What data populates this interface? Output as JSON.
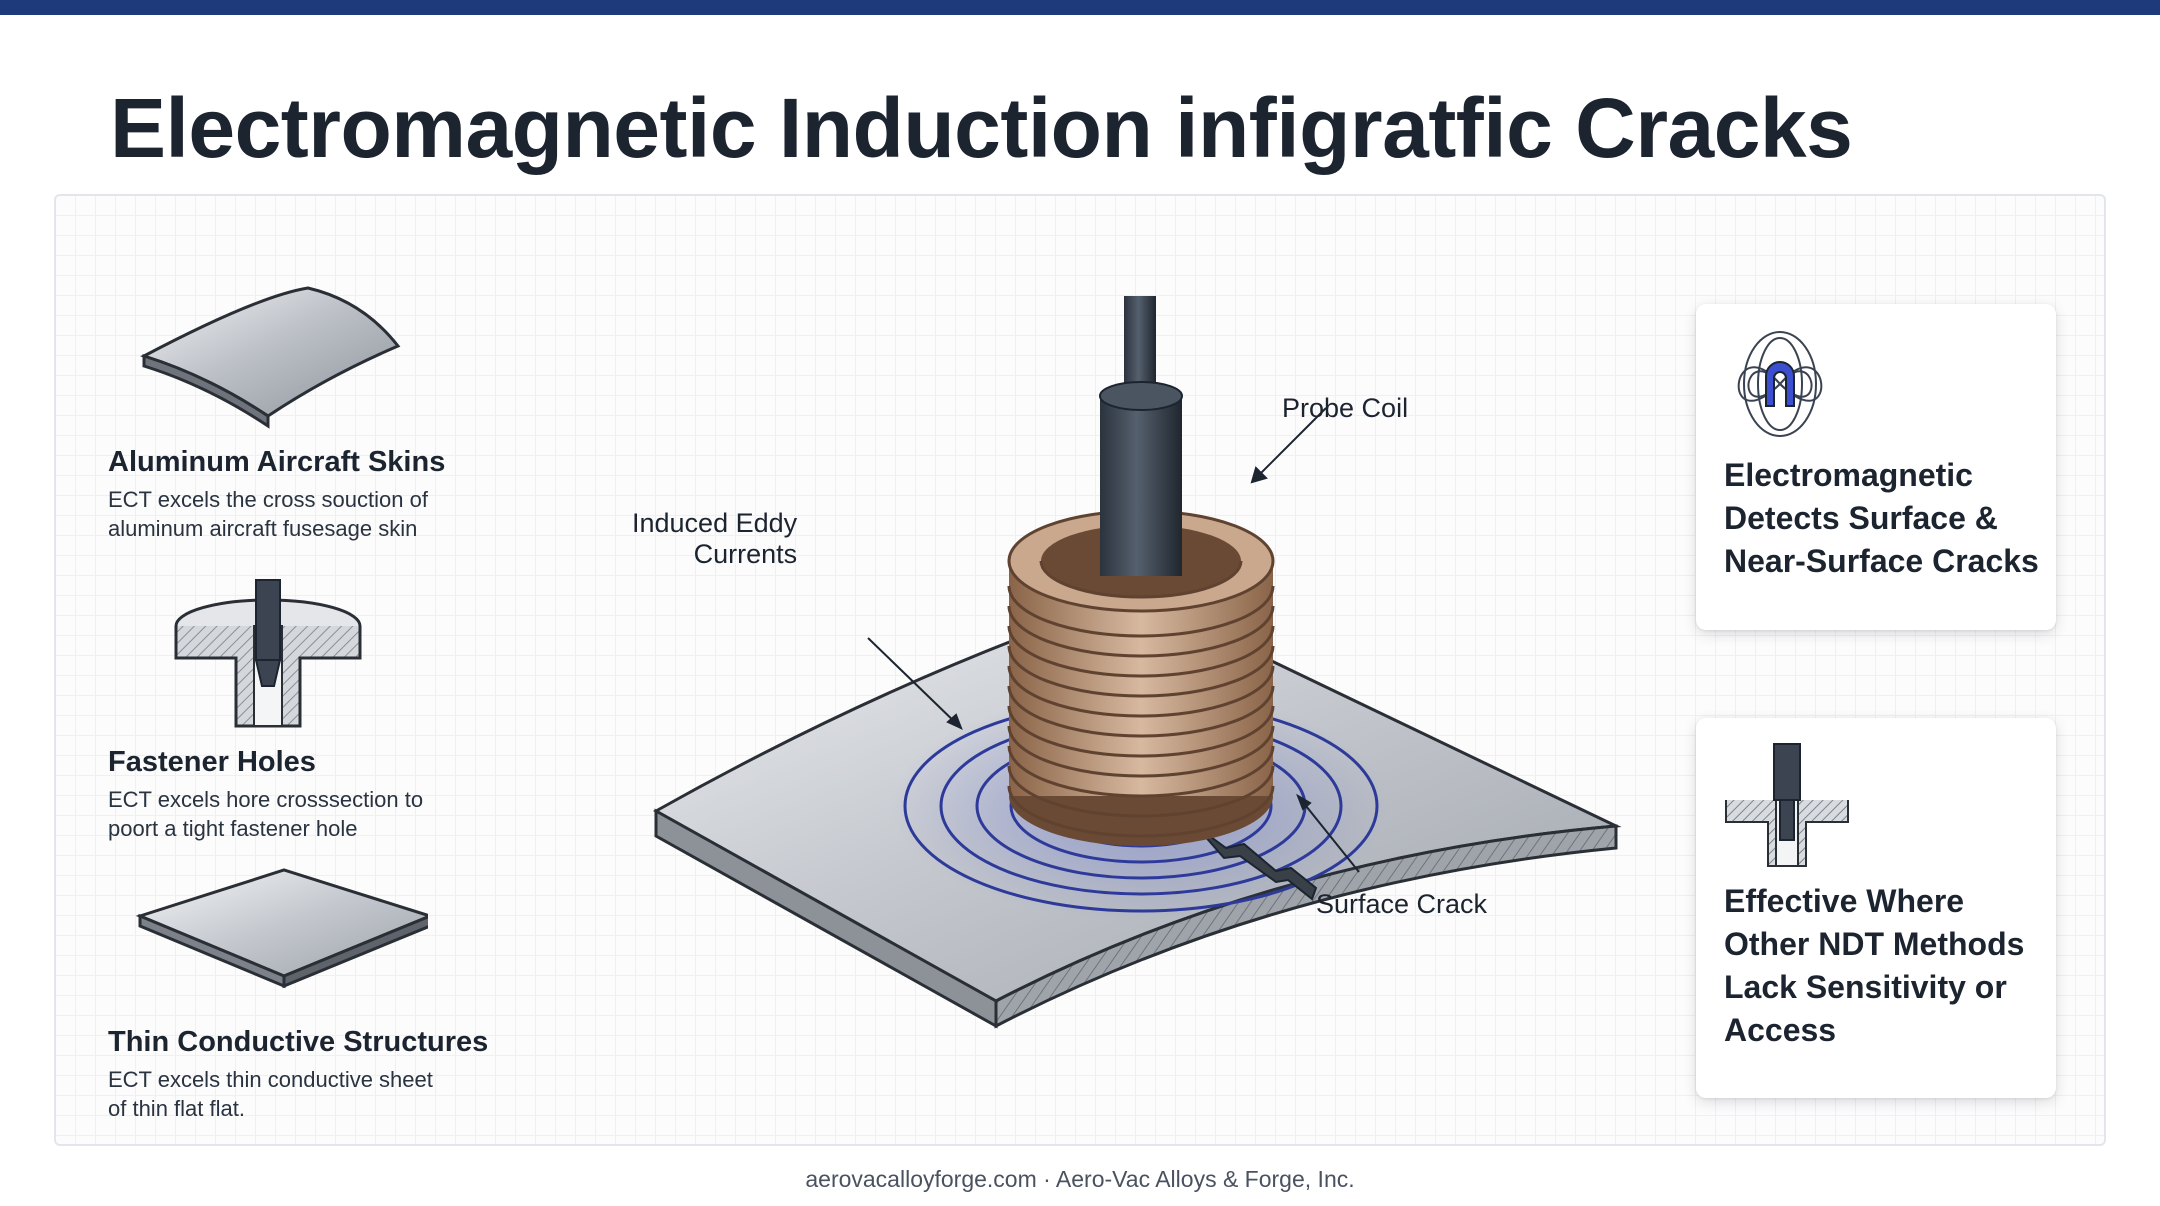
{
  "page": {
    "title": "Electromagnetic Induction infigratfic Cracks",
    "accent_color": "#1f3a7a"
  },
  "applications": [
    {
      "icon": "curved-aircraft-skin-icon",
      "title": "Aluminum Aircraft Skins",
      "description_lines": [
        "ECT excels the cross souction of",
        "aluminum aircraft fusesage skin"
      ]
    },
    {
      "icon": "fastener-hole-cross-section-icon",
      "title": "Fastener Holes",
      "description_lines": [
        "ECT excels hore crosssection to",
        "poort a tight fastener hole"
      ]
    },
    {
      "icon": "thin-plate-icon",
      "title": "Thin Conductive Structures",
      "description_lines": [
        "ECT excels thin conductive sheet",
        "of thin flat flat."
      ]
    }
  ],
  "diagram": {
    "labels": {
      "probe_coil": "Probe Coil",
      "eddy_currents_lines": [
        "Induced Eddy",
        "Currents"
      ],
      "surface_crack": "Surface Crack"
    },
    "colors": {
      "coil": "#b0876a",
      "eddy": "#2d3a9a",
      "plate": "#c9ccd2"
    }
  },
  "cards": [
    {
      "icon": "magnetic-field-icon",
      "text_lines": [
        "Electromagnetic",
        "Detects Surface &",
        "Near-Surface Cracks"
      ]
    },
    {
      "icon": "probe-in-hole-icon",
      "text_lines": [
        "Effective Where",
        "Other NDT Methods",
        "Lack Sensitivity or",
        "Access"
      ]
    }
  ],
  "footer": {
    "text": "aerovacalloyforge.com · Aero-Vac Alloys & Forge, Inc."
  }
}
